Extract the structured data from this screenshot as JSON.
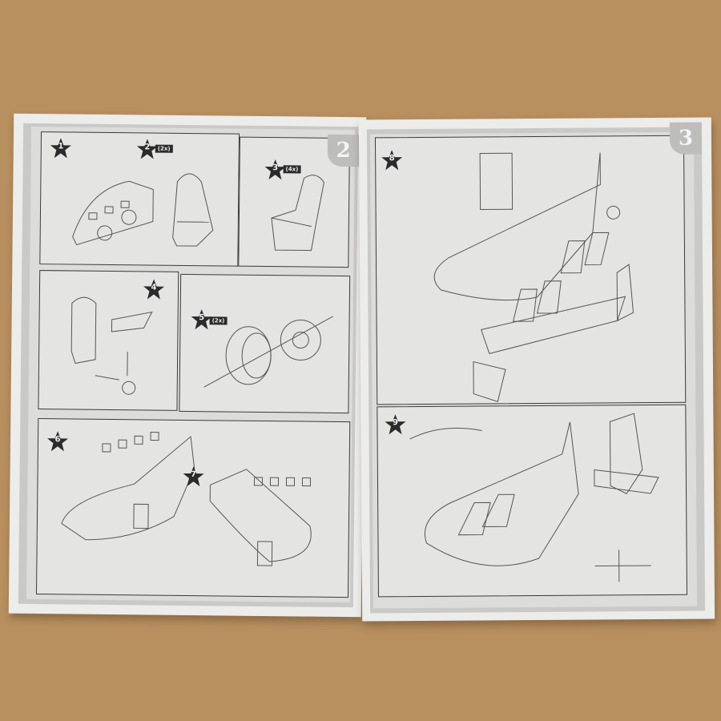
{
  "left_page": {
    "page_number": "2",
    "steps": [
      {
        "number": "1"
      },
      {
        "number": "2",
        "quantity": "(2x)"
      },
      {
        "number": "3",
        "quantity": "(4x)"
      },
      {
        "number": "4"
      },
      {
        "number": "5",
        "quantity": "(2x)"
      },
      {
        "number": "6"
      },
      {
        "number": "7"
      }
    ]
  },
  "right_page": {
    "page_number": "3",
    "steps": [
      {
        "number": "8"
      },
      {
        "number": "9"
      }
    ]
  },
  "colors": {
    "background": "#b88f5f",
    "paper": "#ececea",
    "frame": "#c9c9c7",
    "star": "#2b2b2b"
  }
}
